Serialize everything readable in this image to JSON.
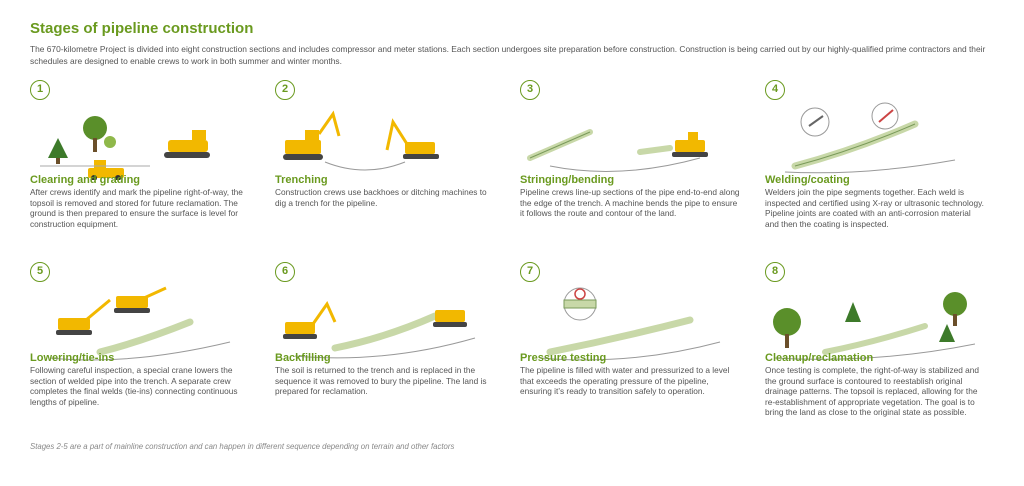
{
  "title": "Stages of pipeline construction",
  "intro": "The 670-kilometre Project is divided into eight construction sections and includes compressor and meter stations. Each section undergoes site preparation before construction. Construction is being carried out by our highly-qualified prime contractors and their schedules are designed to enable crews to work in both summer and winter months.",
  "stages": [
    {
      "number": "1",
      "title": "Clearing and grading",
      "text": "After crews identify and mark the pipeline right-of-way, the topsoil is removed and stored for future reclamation. The ground is then prepared to ensure the surface is level for construction equipment."
    },
    {
      "number": "2",
      "title": "Trenching",
      "text": "Construction crews use backhoes or ditching machines to dig a trench for the pipeline."
    },
    {
      "number": "3",
      "title": "Stringing/bending",
      "text": "Pipeline crews line-up sections of the pipe end-to-end along the edge of the trench. A machine bends the pipe to ensure it follows the route and contour of the land."
    },
    {
      "number": "4",
      "title": "Welding/coating",
      "text": "Welders join the pipe segments together. Each weld is inspected and certified using X-ray or ultrasonic technology. Pipeline joints are coated with an anti-corrosion material and then the coating is inspected."
    },
    {
      "number": "5",
      "title": "Lowering/tie-ins",
      "text": "Following careful inspection, a special crane lowers the section of welded pipe into the trench. A separate crew completes the final welds (tie-ins) connecting continuous lengths of pipeline."
    },
    {
      "number": "6",
      "title": "Backfilling",
      "text": "The soil is returned to the trench and is replaced in the sequence it was removed to bury the pipeline. The land is prepared for reclamation."
    },
    {
      "number": "7",
      "title": "Pressure testing",
      "text": "The pipeline is filled with water and pressurized to a level that exceeds the operating pressure of the pipeline, ensuring it’s ready to transition safely to operation."
    },
    {
      "number": "8",
      "title": "Cleanup/reclamation",
      "text": "Once testing is complete, the right-of-way is stabilized and the ground surface is contoured to reestablish original drainage patterns. The topsoil is replaced, allowing for the re-establishment of appropriate vegetation. The goal is to bring the land as close to the original state as possible."
    }
  ],
  "footnote": "Stages 2-5 are a part of mainline construction and can happen in different sequence depending on terrain and other factors",
  "colors": {
    "accent": "#6a9a1f",
    "machine": "#f2b800",
    "tree": "#5a8f2a",
    "pipe": "#c8d8a8"
  }
}
